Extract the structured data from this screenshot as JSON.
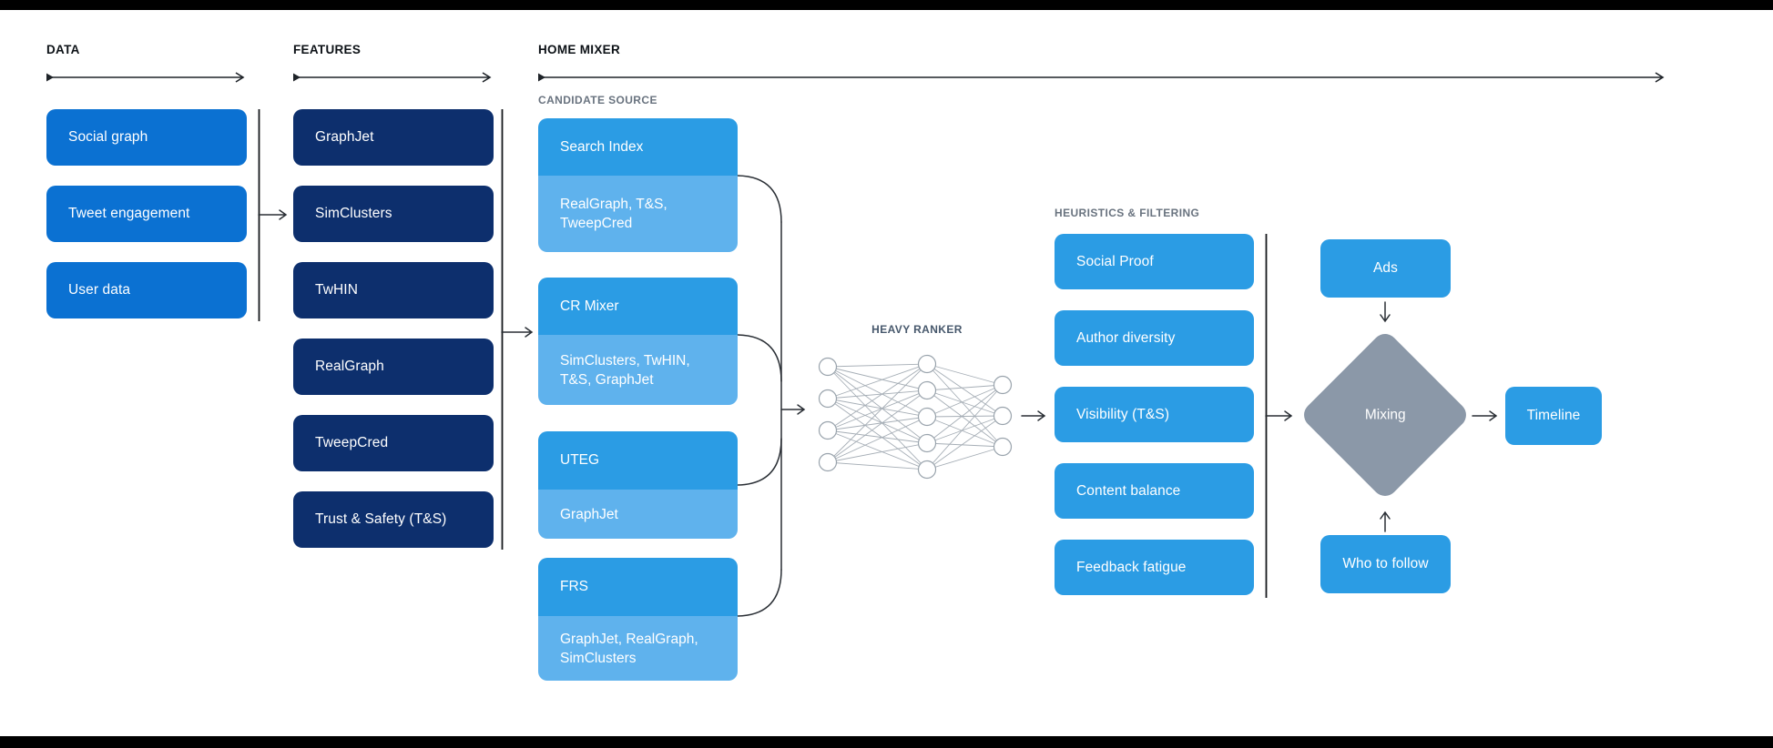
{
  "sections": {
    "data": {
      "label": "DATA",
      "items": [
        "Social graph",
        "Tweet engagement",
        "User data"
      ]
    },
    "features": {
      "label": "FEATURES",
      "items": [
        "GraphJet",
        "SimClusters",
        "TwHIN",
        "RealGraph",
        "TweepCred",
        "Trust & Safety (T&S)"
      ]
    },
    "home_mixer": {
      "label": "HOME MIXER",
      "candidate_source": {
        "label": "CANDIDATE SOURCE",
        "sources": [
          {
            "name": "Search Index",
            "inputs": "RealGraph, T&S, TweepCred"
          },
          {
            "name": "CR Mixer",
            "inputs": "SimClusters, TwHIN, T&S, GraphJet"
          },
          {
            "name": "UTEG",
            "inputs": "GraphJet"
          },
          {
            "name": "FRS",
            "inputs": "GraphJet, RealGraph, SimClusters"
          }
        ]
      },
      "heavy_ranker": {
        "label": "HEAVY RANKER",
        "layers": [
          4,
          5,
          3
        ]
      },
      "heuristics": {
        "label": "HEURISTICS & FILTERING",
        "items": [
          "Social Proof",
          "Author diversity",
          "Visibility (T&S)",
          "Content balance",
          "Feedback fatigue"
        ]
      },
      "mixing": {
        "top_input": "Ads",
        "label": "Mixing",
        "bottom_input": "Who to follow",
        "output": "Timeline"
      }
    }
  },
  "colors": {
    "data_box": "#0b71d2",
    "feature_box": "#0d2f6d",
    "source_header": "#2b9ce4",
    "source_sub": "#5fb2ed",
    "heuristic_box": "#2b9ce4",
    "mixing_diamond": "#8b98a8",
    "bars": "#000000",
    "background": "#ffffff",
    "arrow": "#2a2f35",
    "section_label": "#0c1116",
    "gray_label": "#69737f"
  }
}
